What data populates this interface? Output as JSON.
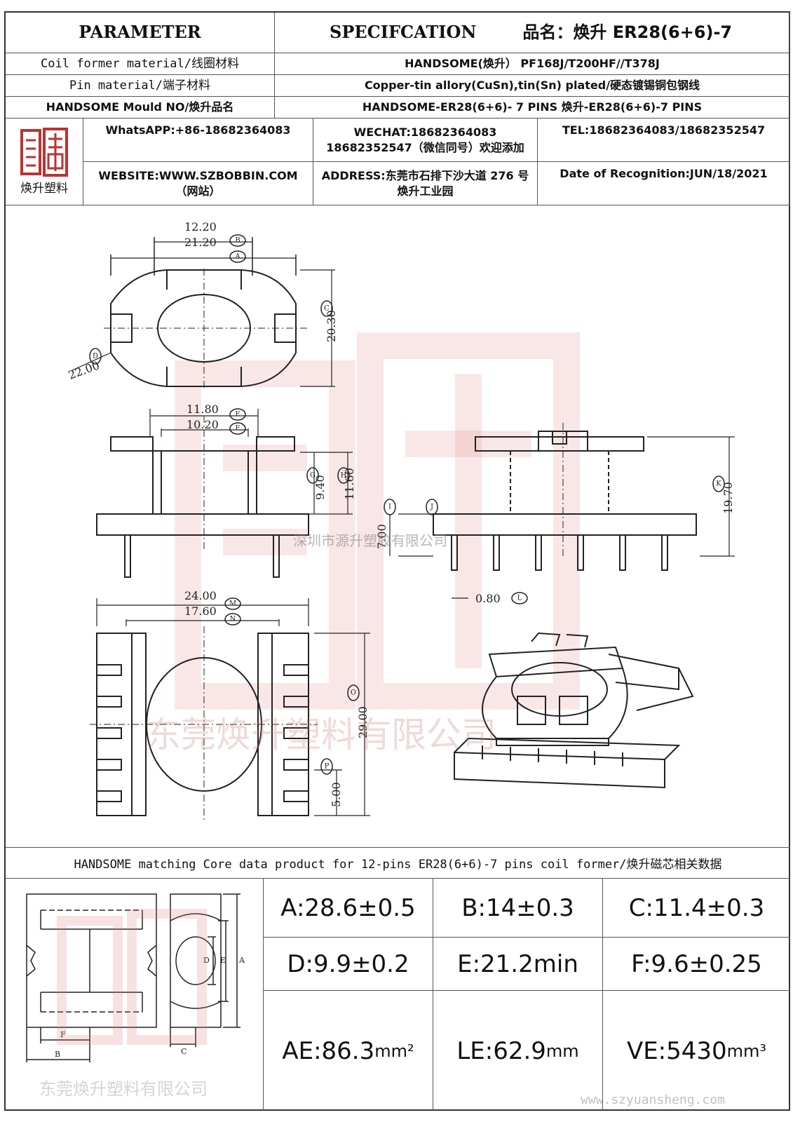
{
  "header": {
    "parameter": "PARAMETER",
    "specification": "SPECIFCATION",
    "product_name_label": "品名：焕升 ER28(6+6)-7"
  },
  "rows": [
    {
      "label": "Coil former material/线圈材料",
      "value": "HANDSOME(焕升）  PF168J/T200HF//T378J"
    },
    {
      "label": "Pin material/端子材料",
      "value": "Copper-tin allory(CuSn),tin(Sn) plated/硬态镀锡铜包钢线"
    },
    {
      "label": "HANDSOME Mould NO/焕升品名",
      "value": "HANDSOME-ER28(6+6)- 7 PINS   焕升-ER28(6+6)-7 PINS"
    }
  ],
  "company": {
    "logo_caption": "焕升塑料",
    "logo_icon": "handsome-logo-icon",
    "whatsapp": "WhatsAPP:+86-18682364083",
    "wechat": "WECHAT:18682364083 18682352547（微信同号）欢迎添加",
    "tel": "TEL:18682364083/18682352547",
    "website": "WEBSITE:WWW.SZBOBBIN.COM（网站）",
    "address": "ADDRESS:东莞市石排下沙大道 276 号焕升工业园",
    "date": "Date of Recognition:JUN/18/2021"
  },
  "drawing": {
    "dims": {
      "A": "21.20",
      "B": "12.20",
      "C": "20.30",
      "D": "22.00",
      "E": "11.80",
      "F": "10.20",
      "G": "9.40",
      "H": "11.60",
      "I": "7.00",
      "J": "0.80",
      "K": "19.70",
      "M": "24.00",
      "N": "17.60",
      "O": "29.00",
      "P": "5.00"
    },
    "letters": [
      "A",
      "B",
      "C",
      "D",
      "E",
      "F",
      "G",
      "H",
      "I",
      "J",
      "K",
      "L",
      "M",
      "N",
      "O",
      "P"
    ],
    "center_watermark": "深圳市源升塑胶有限公司",
    "bottom_watermark": "东莞焕升塑料有限公司"
  },
  "core_section": {
    "title": "HANDSOME matching Core data  product for 12-pins ER28(6+6)-7 pins coil former/焕升磁芯相关数据",
    "labels": [
      "A",
      "B",
      "C",
      "D",
      "E",
      "F"
    ],
    "values": [
      {
        "text": "A:28.6±0.5"
      },
      {
        "text": "B:14±0.3"
      },
      {
        "text": "C:11.4±0.3"
      },
      {
        "text": "D:9.9±0.2"
      },
      {
        "text": "E:21.2min"
      },
      {
        "text": "F:9.6±0.25"
      },
      {
        "text": "AE:86.3",
        "unit": "mm²"
      },
      {
        "text": "LE:62.9",
        "unit": "mm"
      },
      {
        "text": "VE:5430",
        "unit": "mm³"
      }
    ],
    "watermark": "东莞焕升塑料有限公司",
    "site_watermark": "www.szyuansheng.com"
  },
  "colors": {
    "border": "#333333",
    "watermark": "#d88"
  }
}
